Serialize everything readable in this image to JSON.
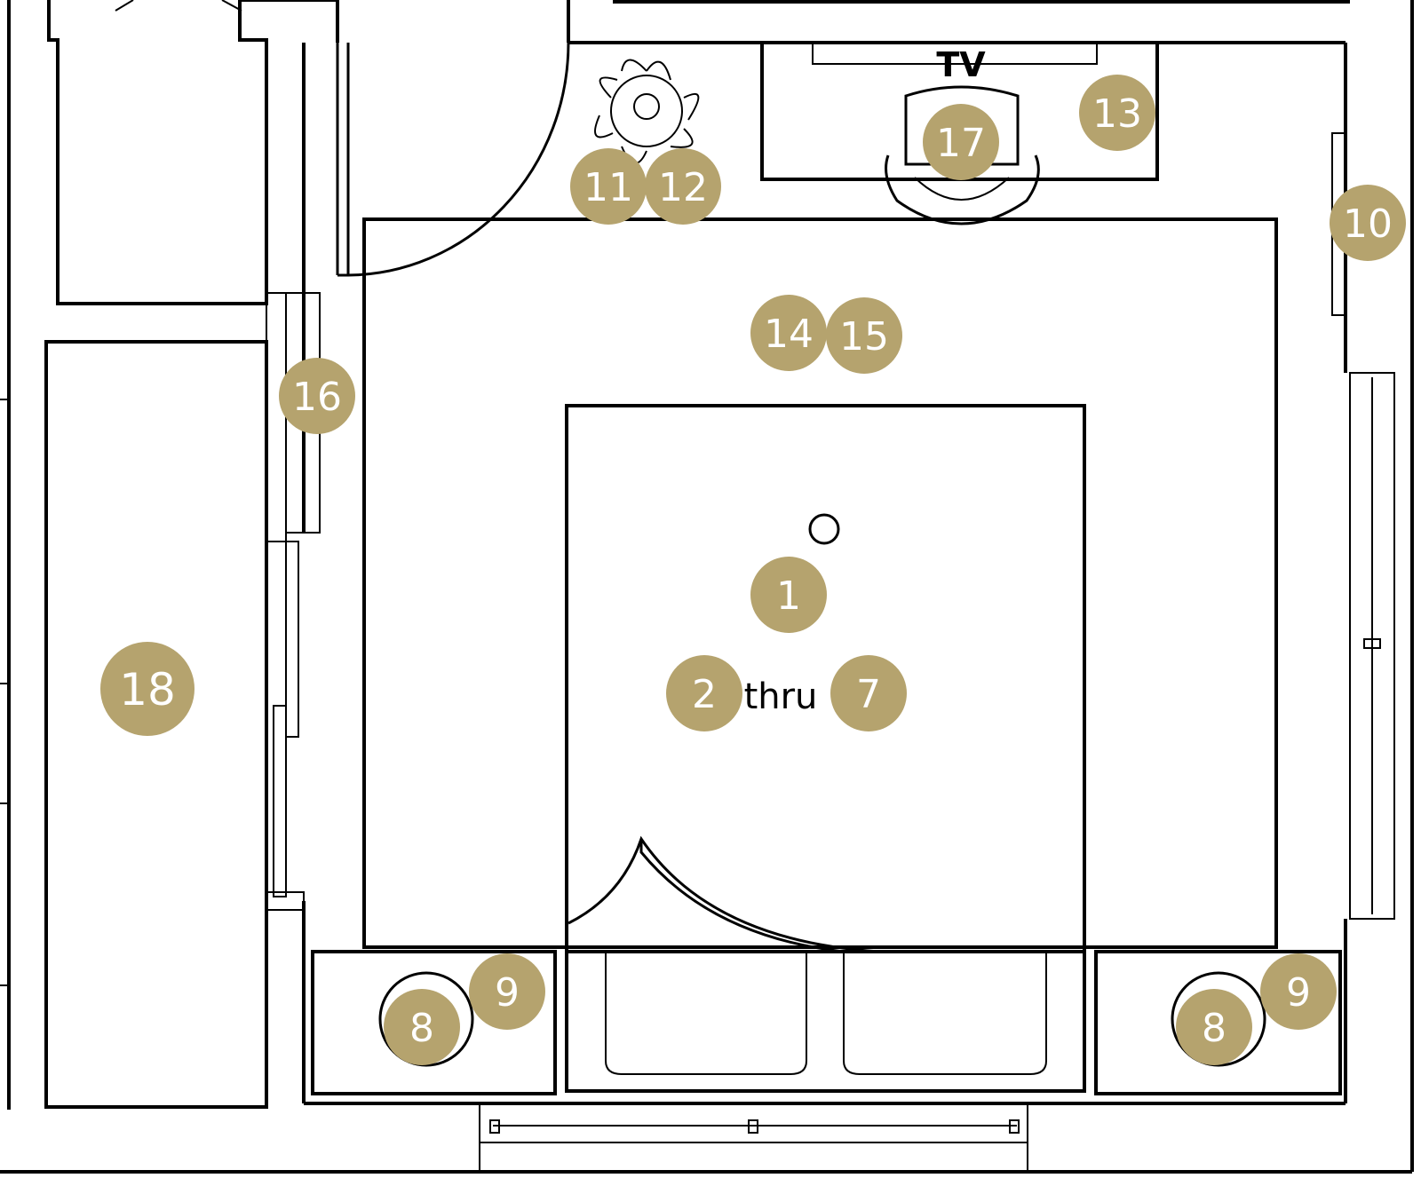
{
  "labels": {
    "tv": "TV",
    "thru": "thru"
  },
  "colors": {
    "marker_fill": "#b5a36e",
    "marker_text": "#ffffff",
    "lines": "#000000"
  },
  "markers": [
    {
      "id": "1",
      "label": "1"
    },
    {
      "id": "2",
      "label": "2"
    },
    {
      "id": "7",
      "label": "7"
    },
    {
      "id": "8a",
      "label": "8"
    },
    {
      "id": "9a",
      "label": "9"
    },
    {
      "id": "8b",
      "label": "8"
    },
    {
      "id": "9b",
      "label": "9"
    },
    {
      "id": "10",
      "label": "10"
    },
    {
      "id": "11",
      "label": "11"
    },
    {
      "id": "12",
      "label": "12"
    },
    {
      "id": "13",
      "label": "13"
    },
    {
      "id": "14",
      "label": "14"
    },
    {
      "id": "15",
      "label": "15"
    },
    {
      "id": "16",
      "label": "16"
    },
    {
      "id": "17",
      "label": "17"
    },
    {
      "id": "18",
      "label": "18"
    }
  ]
}
